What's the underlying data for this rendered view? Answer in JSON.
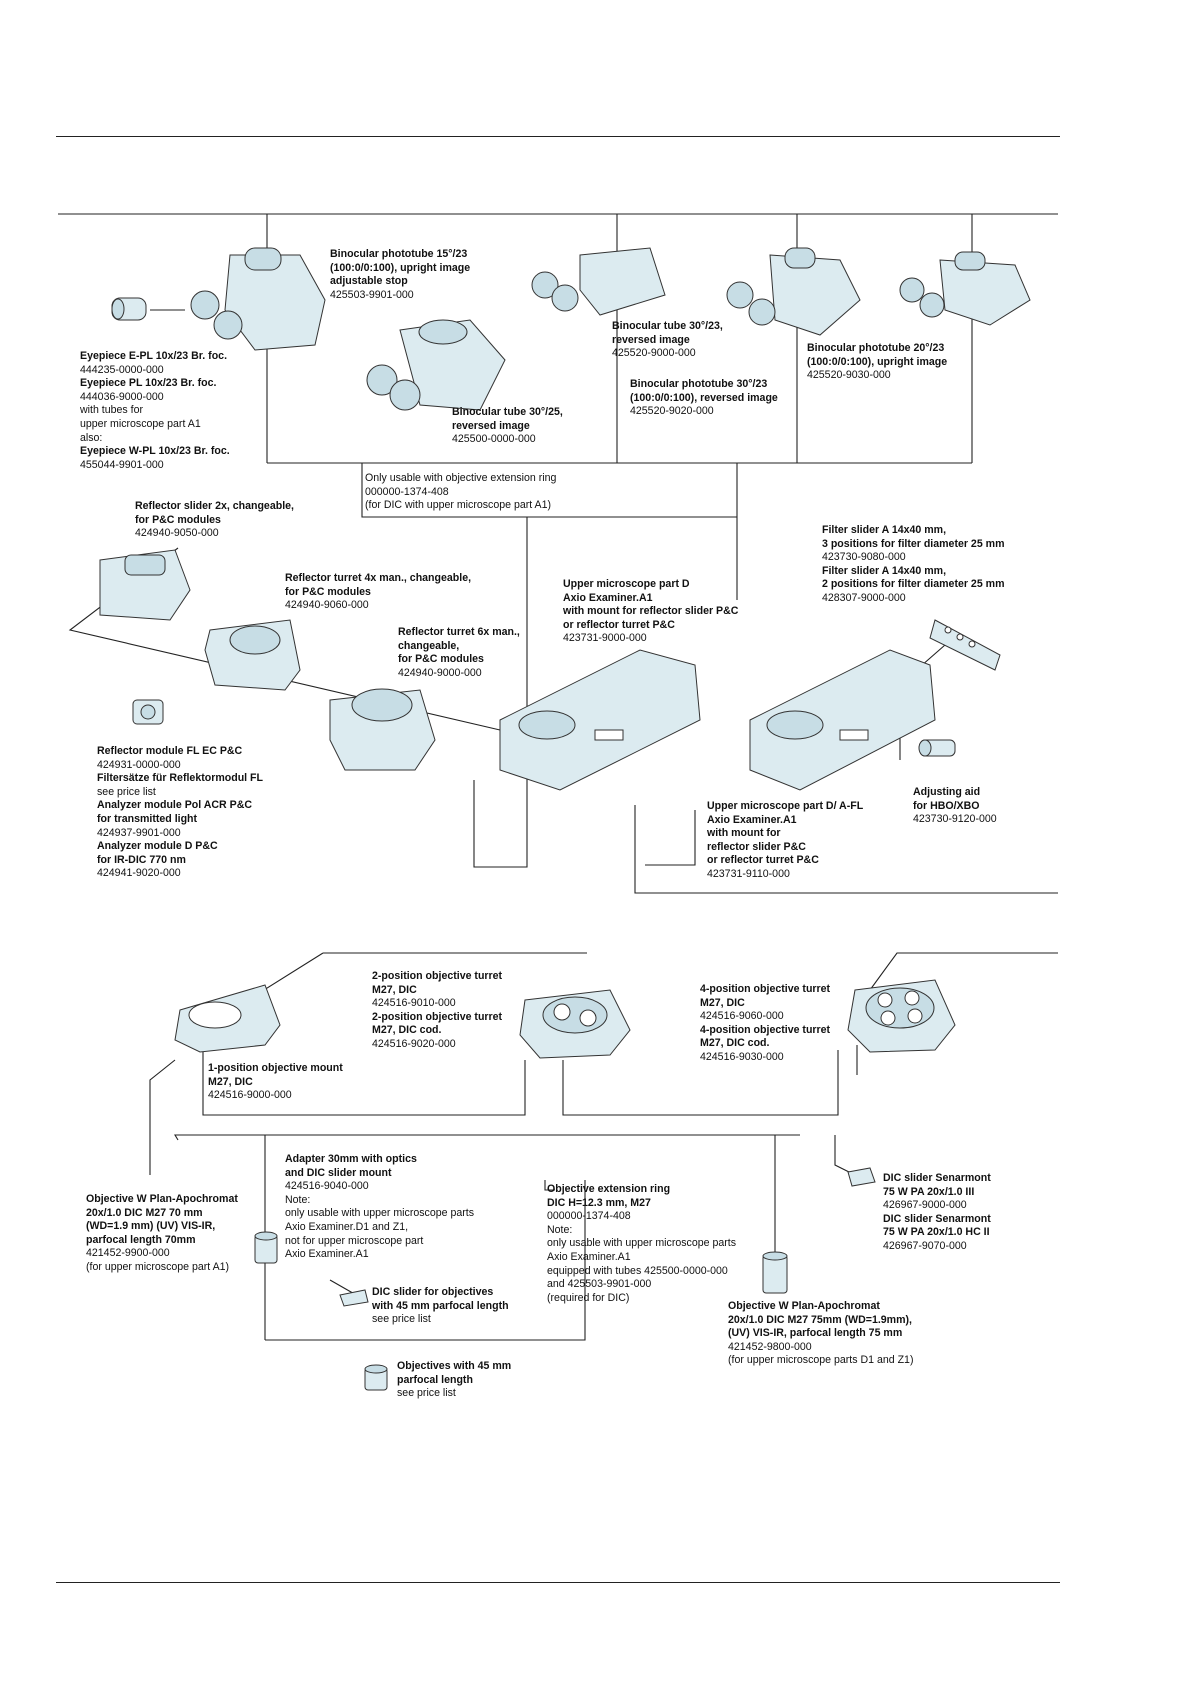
{
  "colors": {
    "line": "#222222",
    "device_fill": "#dcebf0",
    "device_stroke": "#333333",
    "text": "#111111"
  },
  "icons": [
    "eyepiece-icon",
    "binocular-phototube-icon",
    "binocular-tube-icon",
    "reflector-slider-icon",
    "reflector-turret-icon",
    "reflector-module-icon",
    "upper-microscope-part-icon",
    "filter-slider-icon",
    "adjusting-aid-icon",
    "objective-turret-icon",
    "objective-mount-icon",
    "objective-icon",
    "dic-slider-icon"
  ],
  "labels": [
    {
      "id": "phototube-15",
      "lines": [
        {
          "t": "Binocular phototube 15°/23",
          "b": true
        },
        {
          "t": "(100:0/0:100), upright image",
          "b": true
        },
        {
          "t": "adjustable stop",
          "b": true
        },
        {
          "t": "425503-9901-000",
          "b": false
        }
      ]
    },
    {
      "id": "eyepieces",
      "lines": [
        {
          "t": "Eyepiece E-PL 10x/23 Br. foc.",
          "b": true
        },
        {
          "t": "444235-0000-000",
          "b": false
        },
        {
          "t": "Eyepiece PL 10x/23 Br. foc.",
          "b": true
        },
        {
          "t": "444036-9000-000",
          "b": false
        },
        {
          "t": "with tubes for",
          "b": false
        },
        {
          "t": "upper microscope part A1",
          "b": false
        },
        {
          "t": "also:",
          "b": false
        },
        {
          "t": "Eyepiece W-PL 10x/23 Br. foc.",
          "b": true
        },
        {
          "t": "455044-9901-000",
          "b": false
        }
      ]
    },
    {
      "id": "bin-tube-30-23",
      "lines": [
        {
          "t": "Binocular tube 30°/23,",
          "b": true
        },
        {
          "t": "reversed image",
          "b": true
        },
        {
          "t": "425520-9000-000",
          "b": false
        }
      ]
    },
    {
      "id": "phototube-20",
      "lines": [
        {
          "t": "Binocular phototube 20°/23",
          "b": true
        },
        {
          "t": "(100:0/0:100), upright image",
          "b": true
        },
        {
          "t": "425520-9030-000",
          "b": false
        }
      ]
    },
    {
      "id": "phototube-30",
      "lines": [
        {
          "t": "Binocular phototube 30°/23",
          "b": true
        },
        {
          "t": "(100:0/0:100), reversed image",
          "b": true
        },
        {
          "t": "425520-9020-000",
          "b": false
        }
      ]
    },
    {
      "id": "bin-tube-30-25",
      "lines": [
        {
          "t": "Binocular tube 30°/25,",
          "b": true
        },
        {
          "t": "reversed image",
          "b": true
        },
        {
          "t": "425500-0000-000",
          "b": false
        }
      ]
    },
    {
      "id": "ext-ring-note",
      "lines": [
        {
          "t": "Only usable with objective extension ring",
          "b": false
        },
        {
          "t": "000000-1374-408",
          "b": false
        },
        {
          "t": "(for DIC with upper microscope part A1)",
          "b": false
        }
      ]
    },
    {
      "id": "refl-slider",
      "lines": [
        {
          "t": "Reflector slider 2x, changeable,",
          "b": true
        },
        {
          "t": "for P&C modules",
          "b": true
        },
        {
          "t": "424940-9050-000",
          "b": false
        }
      ]
    },
    {
      "id": "filter-slider",
      "lines": [
        {
          "t": "Filter slider A 14x40 mm,",
          "b": true
        },
        {
          "t": "3 positions for filter diameter 25 mm",
          "b": true
        },
        {
          "t": "423730-9080-000",
          "b": false
        },
        {
          "t": "Filter slider A 14x40 mm,",
          "b": true
        },
        {
          "t": "2 positions for filter diameter 25 mm",
          "b": true
        },
        {
          "t": "428307-9000-000",
          "b": false
        }
      ]
    },
    {
      "id": "refl-turret-4x",
      "lines": [
        {
          "t": "Reflector turret 4x man., changeable,",
          "b": true
        },
        {
          "t": "for P&C modules",
          "b": true
        },
        {
          "t": "424940-9060-000",
          "b": false
        }
      ]
    },
    {
      "id": "upper-d",
      "lines": [
        {
          "t": "Upper microscope part D",
          "b": true
        },
        {
          "t": "Axio Examiner.A1",
          "b": true
        },
        {
          "t": "with mount for reflector slider P&C",
          "b": true
        },
        {
          "t": "or reflector turret P&C",
          "b": true
        },
        {
          "t": "423731-9000-000",
          "b": false
        }
      ]
    },
    {
      "id": "refl-turret-6x",
      "lines": [
        {
          "t": "Reflector turret 6x man.,",
          "b": true
        },
        {
          "t": "changeable,",
          "b": true
        },
        {
          "t": "for P&C modules",
          "b": true
        },
        {
          "t": "424940-9000-000",
          "b": false
        }
      ]
    },
    {
      "id": "refl-modules",
      "lines": [
        {
          "t": "Reflector module FL EC P&C",
          "b": true
        },
        {
          "t": "424931-0000-000",
          "b": false
        },
        {
          "t": "Filtersätze für Reflektormodul FL",
          "b": true
        },
        {
          "t": "see price list",
          "b": false
        },
        {
          "t": "Analyzer module Pol ACR P&C",
          "b": true
        },
        {
          "t": "for transmitted light",
          "b": true
        },
        {
          "t": "424937-9901-000",
          "b": false
        },
        {
          "t": "Analyzer module D P&C",
          "b": true
        },
        {
          "t": "for IR-DIC 770 nm",
          "b": true
        },
        {
          "t": "424941-9020-000",
          "b": false
        }
      ]
    },
    {
      "id": "upper-d-afl",
      "lines": [
        {
          "t": "Upper microscope part D/ A-FL",
          "b": true
        },
        {
          "t": "Axio Examiner.A1",
          "b": true
        },
        {
          "t": "with mount for",
          "b": true
        },
        {
          "t": "reflector slider P&C",
          "b": true
        },
        {
          "t": "or reflector turret P&C",
          "b": true
        },
        {
          "t": "423731-9110-000",
          "b": false
        }
      ]
    },
    {
      "id": "adjusting-aid",
      "lines": [
        {
          "t": "Adjusting aid",
          "b": true
        },
        {
          "t": "for HBO/XBO",
          "b": true
        },
        {
          "t": "423730-9120-000",
          "b": false
        }
      ]
    },
    {
      "id": "turret-2pos",
      "lines": [
        {
          "t": "2-position objective turret",
          "b": true
        },
        {
          "t": "M27, DIC",
          "b": true
        },
        {
          "t": "424516-9010-000",
          "b": false
        },
        {
          "t": "2-position objective turret",
          "b": true
        },
        {
          "t": "M27, DIC cod.",
          "b": true
        },
        {
          "t": "424516-9020-000",
          "b": false
        }
      ]
    },
    {
      "id": "turret-4pos",
      "lines": [
        {
          "t": "4-position objective turret",
          "b": true
        },
        {
          "t": "M27, DIC",
          "b": true
        },
        {
          "t": "424516-9060-000",
          "b": false
        },
        {
          "t": "4-position objective turret",
          "b": true
        },
        {
          "t": "M27, DIC cod.",
          "b": true
        },
        {
          "t": "424516-9030-000",
          "b": false
        }
      ]
    },
    {
      "id": "mount-1pos",
      "lines": [
        {
          "t": "1-position objective mount",
          "b": true
        },
        {
          "t": "M27, DIC",
          "b": true
        },
        {
          "t": "424516-9000-000",
          "b": false
        }
      ]
    },
    {
      "id": "adapter-30",
      "lines": [
        {
          "t": "Adapter 30mm with optics",
          "b": true
        },
        {
          "t": "and DIC slider mount",
          "b": true
        },
        {
          "t": "424516-9040-000",
          "b": false
        },
        {
          "t": "Note:",
          "b": false
        },
        {
          "t": "only usable with upper microscope parts",
          "b": false
        },
        {
          "t": "Axio Examiner.D1 and Z1,",
          "b": false
        },
        {
          "t": "not for upper microscope part",
          "b": false
        },
        {
          "t": "Axio Examiner.A1",
          "b": false
        }
      ]
    },
    {
      "id": "dic-senarmont",
      "lines": [
        {
          "t": "DIC slider Senarmont",
          "b": true
        },
        {
          "t": "75 W PA 20x/1.0 III",
          "b": true
        },
        {
          "t": "426967-9000-000",
          "b": false
        },
        {
          "t": "DIC slider Senarmont",
          "b": true
        },
        {
          "t": "75 W PA 20x/1.0 HC II",
          "b": true
        },
        {
          "t": "426967-9070-000",
          "b": false
        }
      ]
    },
    {
      "id": "obj-70",
      "lines": [
        {
          "t": "Objective W Plan-Apochromat",
          "b": true
        },
        {
          "t": "20x/1.0 DIC M27 70 mm",
          "b": true
        },
        {
          "t": "(WD=1.9 mm) (UV) VIS-IR,",
          "b": true
        },
        {
          "t": "parfocal length 70mm",
          "b": true
        },
        {
          "t": "421452-9900-000",
          "b": false
        },
        {
          "t": "(for upper microscope part A1)",
          "b": false
        }
      ]
    },
    {
      "id": "ext-ring",
      "lines": [
        {
          "t": "Objective extension ring",
          "b": true
        },
        {
          "t": "DIC H=12.3 mm, M27",
          "b": true
        },
        {
          "t": "000000-1374-408",
          "b": false
        },
        {
          "t": "Note:",
          "b": false
        },
        {
          "t": "only usable with upper microscope parts",
          "b": false
        },
        {
          "t": "Axio Examiner.A1",
          "b": false
        },
        {
          "t": "equipped with tubes 425500-0000-000",
          "b": false
        },
        {
          "t": "and 425503-9901-000",
          "b": false
        },
        {
          "t": "(required for DIC)",
          "b": false
        }
      ]
    },
    {
      "id": "dic-slider-45",
      "lines": [
        {
          "t": "DIC slider for objectives",
          "b": true
        },
        {
          "t": "with 45 mm parfocal length",
          "b": true
        },
        {
          "t": "see price list",
          "b": false
        }
      ]
    },
    {
      "id": "obj-75",
      "lines": [
        {
          "t": "Objective W Plan-Apochromat",
          "b": true
        },
        {
          "t": "20x/1.0 DIC M27 75mm (WD=1.9mm),",
          "b": true
        },
        {
          "t": "(UV) VIS-IR, parfocal length 75 mm",
          "b": true
        },
        {
          "t": "421452-9800-000",
          "b": false
        },
        {
          "t": "(for upper microscope parts D1 and Z1)",
          "b": false
        }
      ]
    },
    {
      "id": "obj-45",
      "lines": [
        {
          "t": "Objectives with 45 mm",
          "b": true
        },
        {
          "t": "parfocal length",
          "b": true
        },
        {
          "t": "see price list",
          "b": false
        }
      ]
    }
  ]
}
